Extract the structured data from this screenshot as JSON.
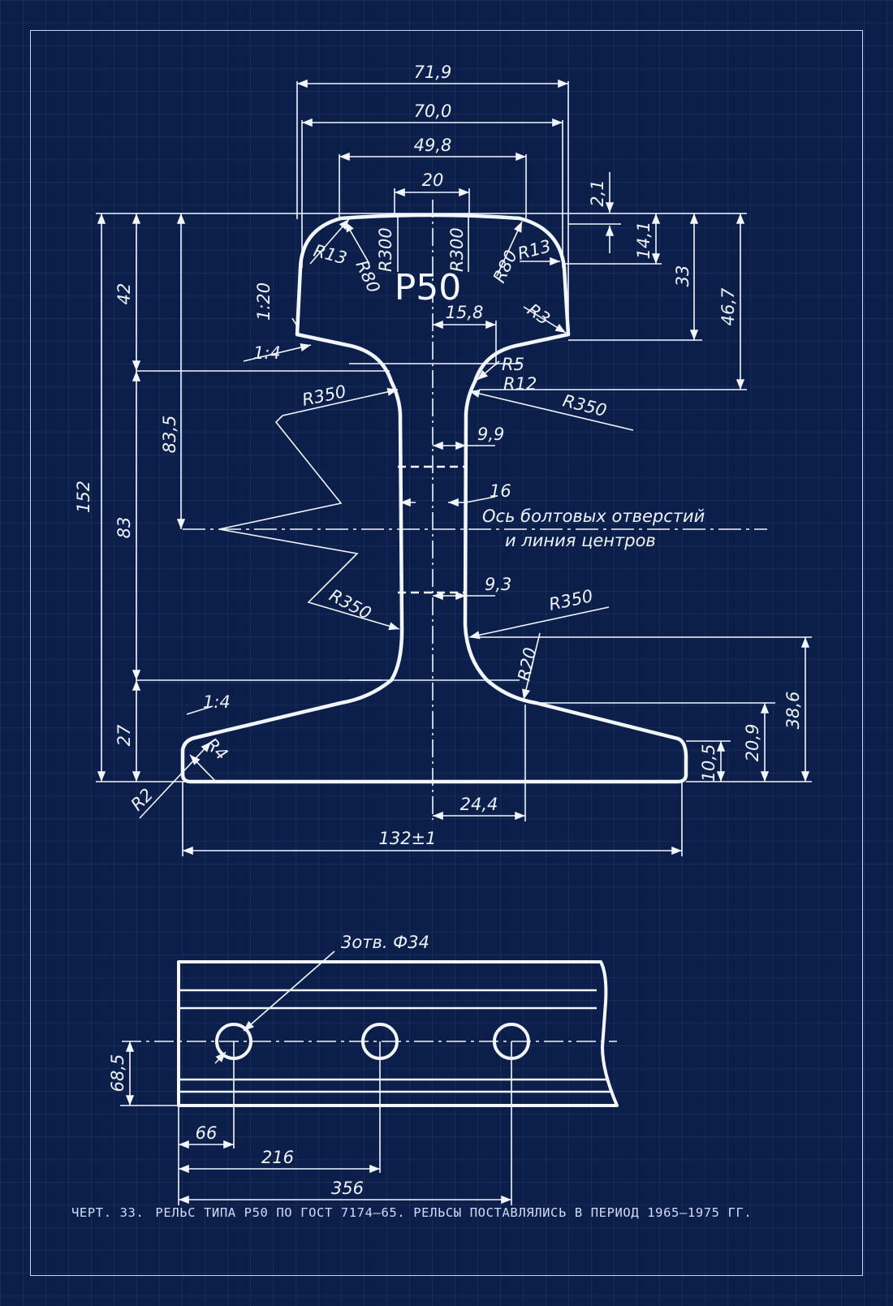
{
  "colors": {
    "background": "#0c1f4a",
    "lines": "#f2f6ff"
  },
  "profile": {
    "title": "Р50",
    "dimensions": {
      "width_719": "71,9",
      "width_700": "70,0",
      "width_498": "49,8",
      "width_20": "20",
      "h_21": "2,1",
      "h_141": "14,1",
      "h_33": "33",
      "h_467": "46,7",
      "h_42": "42",
      "h_835": "83,5",
      "h_152": "152",
      "h_83": "83",
      "h_27": "27",
      "w_158": "15,8",
      "w_99": "9,9",
      "w_16": "16",
      "w_93": "9,3",
      "w_244": "24,4",
      "w_132": "132±1",
      "h_386": "38,6",
      "h_209": "20,9",
      "h_105": "10,5"
    },
    "radii": {
      "r13_left": "R13",
      "r13_right": "R13",
      "r80_left": "R80",
      "r80_right": "R80",
      "r300_left": "R300",
      "r300_right": "R300",
      "r3": "R3",
      "r5": "R5",
      "r12": "R12",
      "r350_ul": "R350",
      "r350_ur": "R350",
      "r350_ll": "R350",
      "r350_lr": "R350",
      "r20": "R20",
      "r4": "R4",
      "r2": "R2"
    },
    "slopes": {
      "slope_120": "1:20",
      "slope_14_top": "1:4",
      "slope_14_bottom": "1:4"
    },
    "axis_note_line1": "Ось болтовых отверстий",
    "axis_note_line2": "и линия центров"
  },
  "side_view": {
    "holes_label": "3отв. Ф34",
    "dim_685": "68,5",
    "dim_66": "66",
    "dim_216": "216",
    "dim_356": "356"
  },
  "caption": {
    "number": "ЧЕРТ. 33.",
    "text": "РЕЛЬС ТИПА Р50 ПО ГОСТ 7174—65. РЕЛЬСЫ ПОСТАВЛЯЛИСЬ В ПЕРИОД 1965—1975 ГГ."
  }
}
